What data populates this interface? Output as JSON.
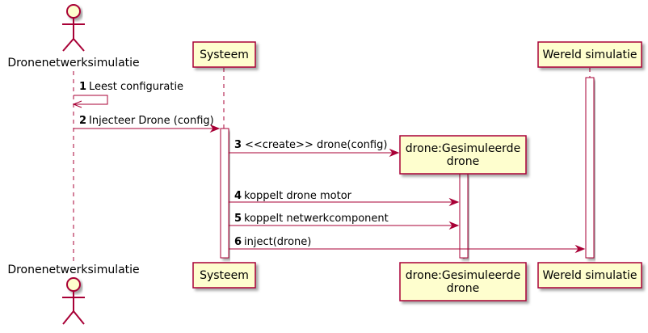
{
  "participants": {
    "actor": {
      "name": "Dronenetwerksimulatie"
    },
    "systeem": {
      "name": "Systeem"
    },
    "drone": {
      "name_line1": "drone:Gesimuleerde",
      "name_line2": "drone"
    },
    "wereld": {
      "name": "Wereld simulatie"
    }
  },
  "messages": [
    {
      "number": "1",
      "label": "Leest configuratie"
    },
    {
      "number": "2",
      "label": "Injecteer Drone (config)"
    },
    {
      "number": "3",
      "label": "<<create>> drone(config)"
    },
    {
      "number": "4",
      "label": "koppelt drone motor"
    },
    {
      "number": "5",
      "label": "koppelt netwerkcomponent"
    },
    {
      "number": "6",
      "label": "inject(drone)"
    }
  ],
  "colors": {
    "participant_fill": "#fefece",
    "border": "#a80036",
    "text": "#000000",
    "activation_fill": "#ffffff"
  }
}
